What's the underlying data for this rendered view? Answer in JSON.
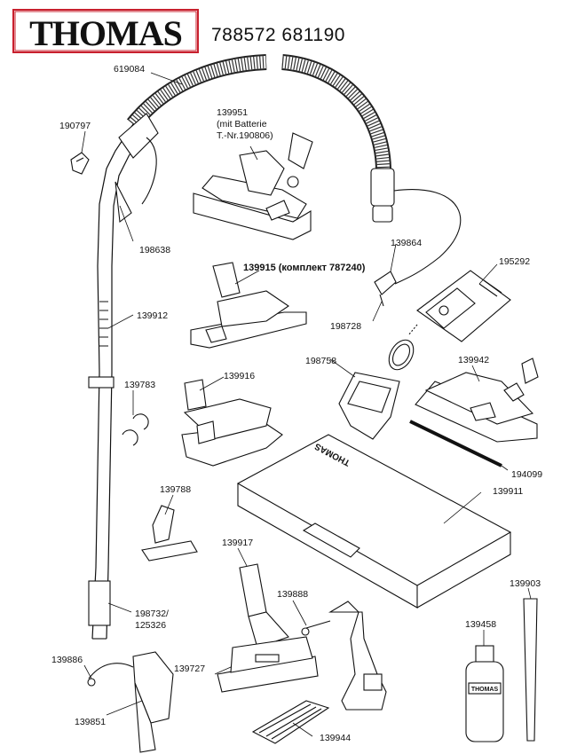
{
  "header": {
    "brand": "THOMAS",
    "model_numbers": "788572 681190"
  },
  "parts": {
    "p619084": "619084",
    "p190797": "190797",
    "p139951": "139951",
    "p139951_note1": "(mit Batterie",
    "p139951_note2": "T.-Nr.190806)",
    "p198638": "198638",
    "p139864": "139864",
    "p195292": "195292",
    "p139915": "139915 (комплект 787240)",
    "p139912": "139912",
    "p198728": "198728",
    "p198758": "198758",
    "p139942": "139942",
    "p139783": "139783",
    "p139916": "139916",
    "p194099": "194099",
    "p139911": "139911",
    "p139788": "139788",
    "p139917": "139917",
    "p139888": "139888",
    "p139903": "139903",
    "p198732": "198732/",
    "p125326": "125326",
    "p139458": "139458",
    "p139886": "139886",
    "p139727": "139727",
    "p139851": "139851",
    "p139944": "139944"
  },
  "box_label": "THOMAS",
  "bottle_label": "THOMAS",
  "colors": {
    "logo_red": "#c8202e",
    "ink": "#111111"
  }
}
